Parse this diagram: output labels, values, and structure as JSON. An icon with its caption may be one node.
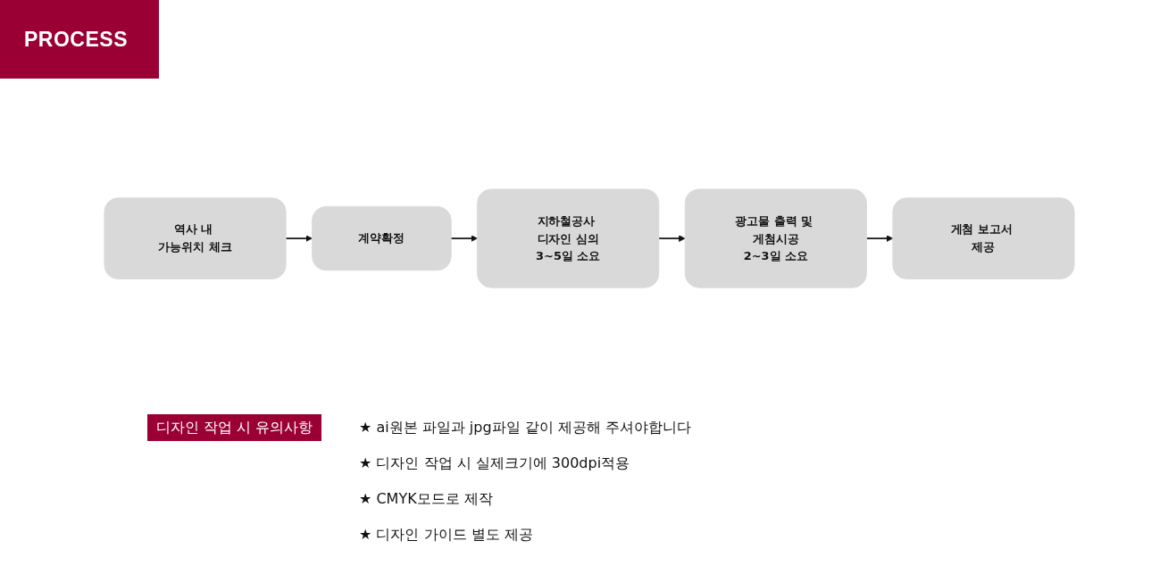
{
  "diagram": {
    "title": "PROCESS",
    "nodes": [
      {
        "text": [
          "역사 내 가능위치 체크"
        ]
      },
      {
        "text": [
          "계약확정"
        ]
      },
      {
        "text": [
          "지하철공사 디자인 심의",
          "3~5일 소요"
        ]
      },
      {
        "text": [
          "광고물 출력 및 게첨시공",
          "2~3일 소요"
        ]
      },
      {
        "text": [
          "게첨 보고서 제공"
        ]
      }
    ],
    "edges": [
      {
        "from": 0,
        "to": 1,
        "arrow": "to"
      },
      {
        "from": 1,
        "to": 2,
        "arrow": "to"
      },
      {
        "from": 2,
        "to": 3,
        "arrow": "to"
      },
      {
        "from": 3,
        "to": 4,
        "arrow": "to"
      }
    ],
    "labels": [
      "디자인 작업 시 유의사항",
      "★ ai원본 파일과 jpg파일 같이 제공해 주셔야합니다",
      "★ 디자인 작업 시 실제크기에 300dpi적용",
      "★ CMYK모드로 제작",
      "★ 디자인 가이드 별도 제공"
    ]
  }
}
